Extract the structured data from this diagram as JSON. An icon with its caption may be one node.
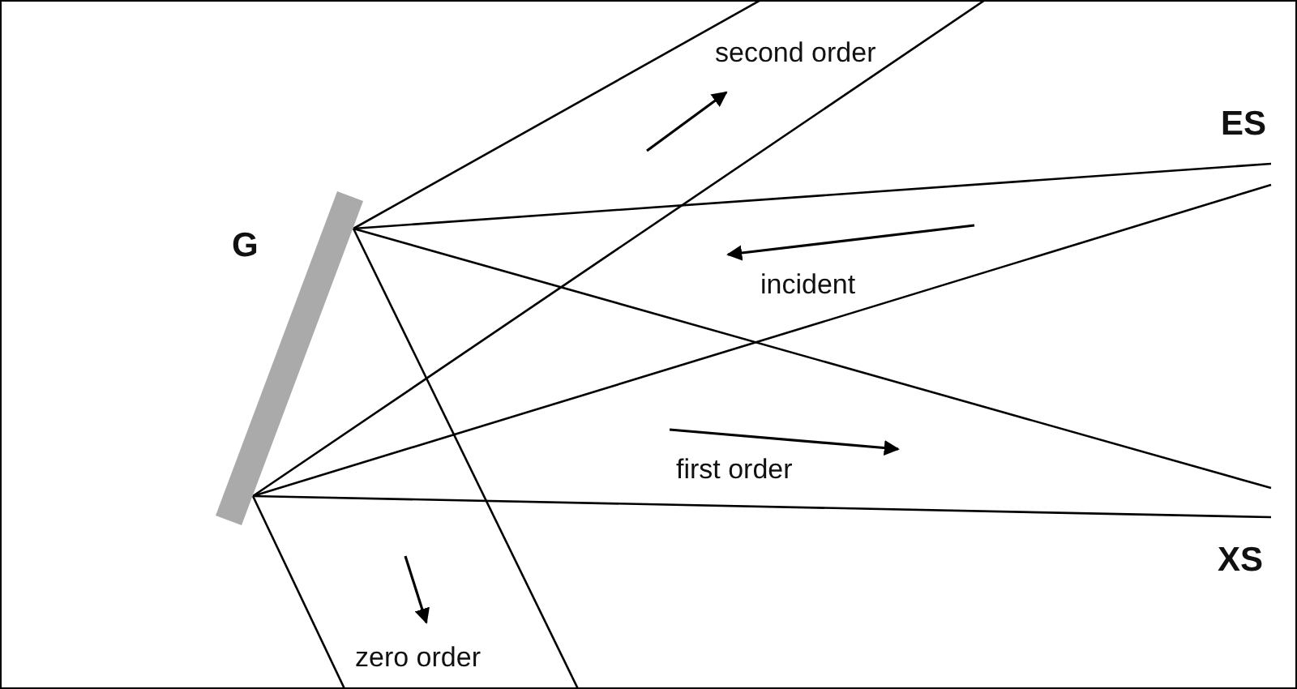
{
  "diagram": {
    "nodes": [
      {
        "text": [],
        "shape": "bar",
        "beside": [
          "G"
        ]
      },
      {
        "text": [
          "ES"
        ]
      },
      {
        "text": [
          "XS"
        ]
      }
    ],
    "edges": [
      {
        "from": 1,
        "to": 0,
        "arrow": "none"
      },
      {
        "from": 1,
        "to": 0,
        "arrow": "none"
      },
      {
        "from": 0,
        "to": 2,
        "arrow": "none"
      },
      {
        "from": 0,
        "to": 2,
        "arrow": "none"
      }
    ],
    "labels": [
      "second order",
      "incident",
      "first order",
      "zero order"
    ]
  }
}
